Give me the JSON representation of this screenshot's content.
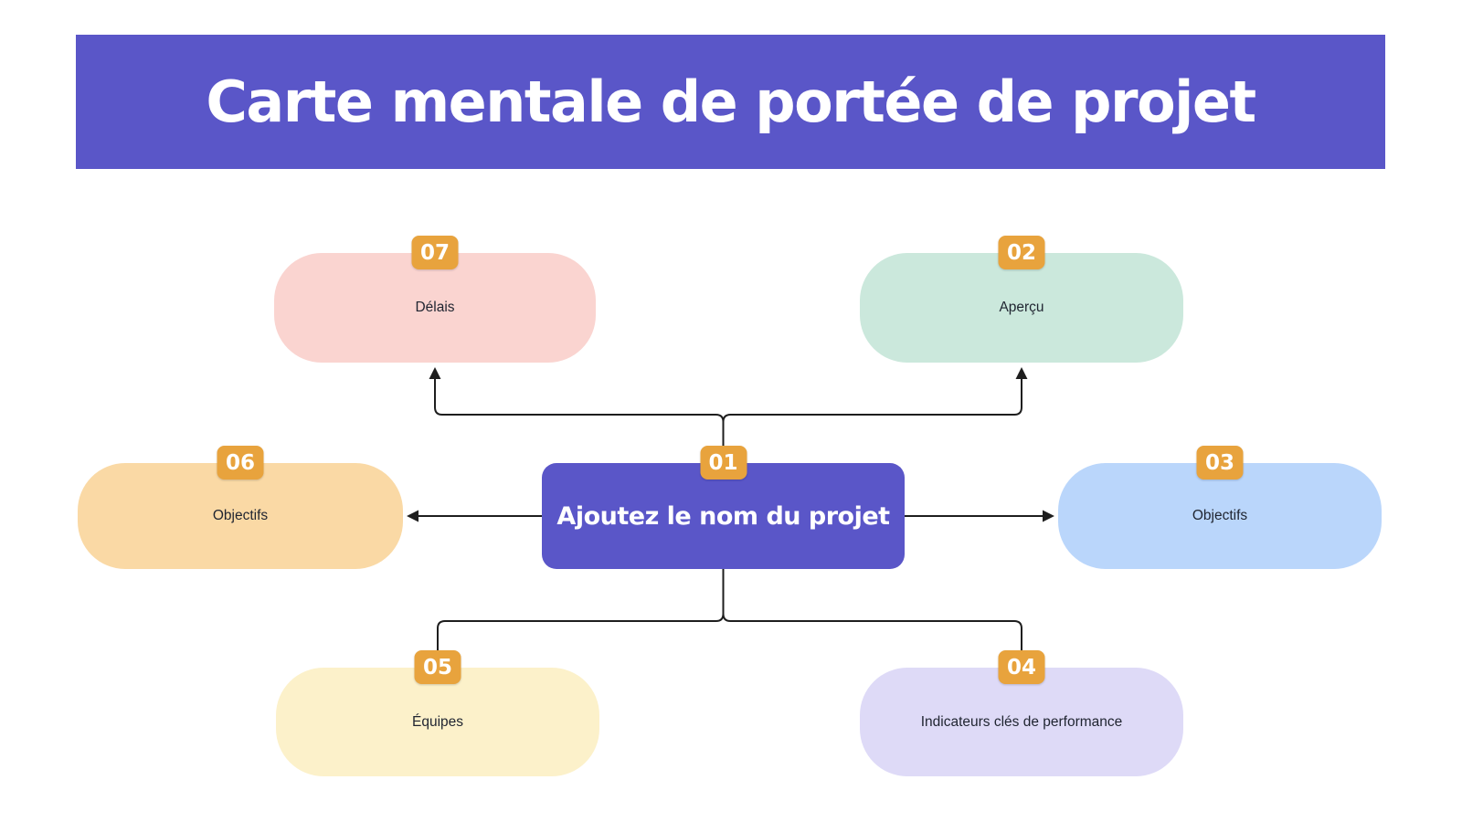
{
  "header": {
    "title": "Carte mentale de portée de projet"
  },
  "center": {
    "badge": "01",
    "label": "Ajoutez le nom du projet",
    "bg": "#5A56C8",
    "text_color": "#FFFFFF"
  },
  "nodes": [
    {
      "badge": "07",
      "label": "Délais",
      "bg": "#FAD4D0",
      "position": "top-left"
    },
    {
      "badge": "02",
      "label": "Aperçu",
      "bg": "#CBE8DC",
      "position": "top-right"
    },
    {
      "badge": "06",
      "label": "Objectifs",
      "bg": "#FAD9A5",
      "position": "middle-left"
    },
    {
      "badge": "03",
      "label": "Objectifs",
      "bg": "#BAD6FB",
      "position": "middle-right"
    },
    {
      "badge": "05",
      "label": "Équipes",
      "bg": "#FCF1CA",
      "position": "bottom-left"
    },
    {
      "badge": "04",
      "label": "Indicateurs clés de performance",
      "bg": "#DEDAF7",
      "position": "bottom-right"
    }
  ],
  "theme": {
    "header_bg": "#5A56C8",
    "header_text": "#FFFFFF",
    "badge_bg": "#E8A33D",
    "badge_text": "#FFFFFF",
    "line_color": "#1E1E1E",
    "label_color": "#1F2430",
    "canvas_bg": "#FFFFFF"
  }
}
